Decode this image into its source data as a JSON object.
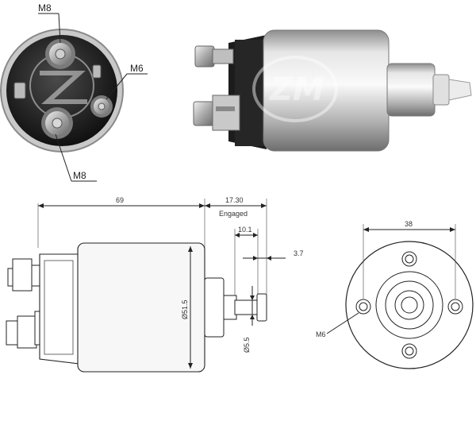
{
  "photo_labels": {
    "top_terminal": "M8",
    "side_terminal": "M6",
    "bottom_terminal": "M8"
  },
  "logo_text": "ZM",
  "dimensions": {
    "length": "69",
    "stroke_total": "17.30",
    "engaged": "Engaged",
    "stroke_small": "10.1",
    "plunger_gap": "3.7",
    "body_diameter": "Ø51.5",
    "plunger_diameter": "Ø5.5",
    "bolt_spacing": "38",
    "mount_thread": "M6"
  }
}
